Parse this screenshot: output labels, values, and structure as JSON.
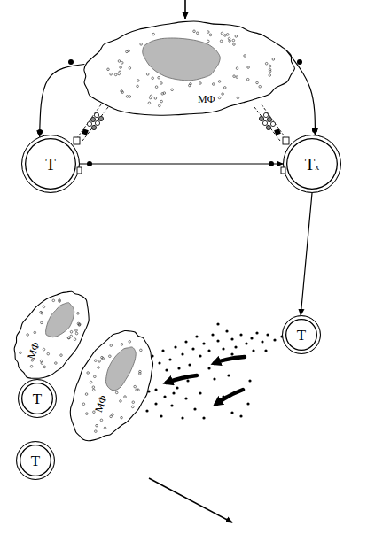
{
  "diagram": {
    "nodes": [
      {
        "text": [
          "MΦ"
        ]
      },
      {
        "text": [
          "T"
        ]
      },
      {
        "text": [
          "Tx"
        ]
      },
      {
        "text": [
          "T"
        ]
      },
      {
        "text": [
          "MΦ"
        ]
      },
      {
        "text": [
          "MΦ"
        ]
      },
      {
        "text": [
          "T"
        ]
      },
      {
        "text": [
          "T"
        ]
      }
    ],
    "edges": [
      {
        "from": 0,
        "to": 1,
        "arrow": "to"
      },
      {
        "from": 0,
        "to": 2,
        "arrow": "to"
      },
      {
        "from": 1,
        "to": 2,
        "arrow": "to"
      },
      {
        "from": 2,
        "to": 3,
        "arrow": "to"
      }
    ]
  }
}
